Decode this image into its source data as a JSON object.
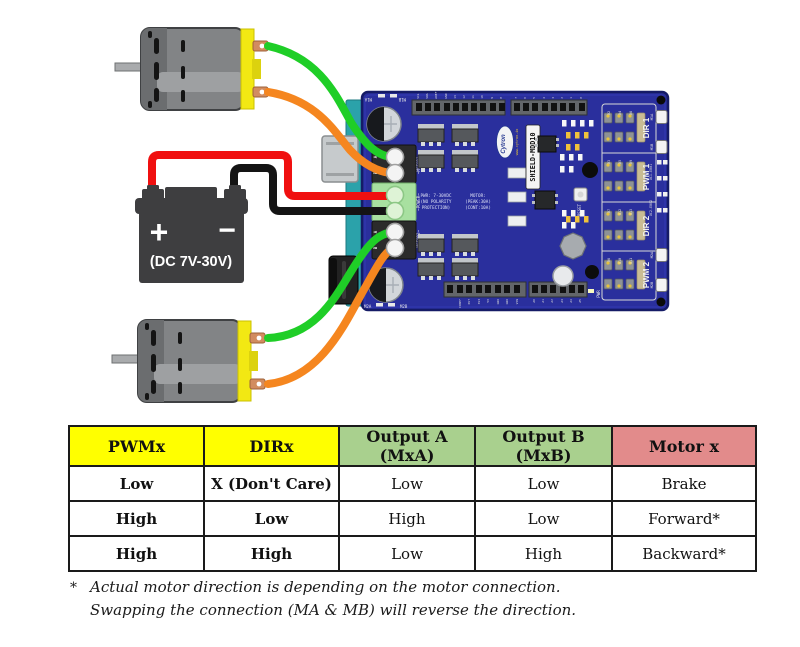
{
  "diagram": {
    "battery": {
      "plus": "+",
      "minus": "−",
      "label": "(DC 7V-30V)"
    },
    "wire_colors": {
      "motor_a": "#1fce27",
      "motor_b": "#f5861f",
      "power_plus": "#f01010",
      "power_minus": "#141414"
    },
    "board": {
      "brand": "Cytron",
      "brand_url": "www.cytron.io",
      "model": "SHIELD-MDD10",
      "reset": "RESET",
      "pwr": "PWR",
      "corner_top": [
        "M1A",
        "M1B"
      ],
      "corner_bottom": [
        "M2A",
        "M2B"
      ],
      "digital_left": [
        "SCL",
        "SDA",
        "AREF",
        "GND",
        "13",
        "12",
        "11",
        "10",
        "9",
        "8"
      ],
      "digital_right": [
        "7",
        "6",
        "5",
        "4",
        "3",
        "2",
        "1",
        "0"
      ],
      "power_pins": [
        "IOREF",
        "RST",
        "3V3",
        "5V",
        "GND",
        "GND",
        "VIN"
      ],
      "analog_pins": [
        "A0",
        "A1",
        "A2",
        "A3",
        "A4",
        "A5"
      ],
      "terminals": [
        {
          "label": "~MOTOR1~",
          "pins": [
            "A",
            "B"
          ]
        },
        {
          "label": "~POWER~",
          "pins": [
            "+",
            "-"
          ]
        },
        {
          "label": "~MOTOR2~",
          "pins": [
            "A",
            "B"
          ]
        }
      ],
      "spec_power": [
        "PWR: 7-30VDC",
        "(NO POLARITY",
        "PROTECTION)"
      ],
      "spec_motor": [
        "MOTOR:",
        "(PEAK:30A)",
        "(CONT:10A)"
      ],
      "led_blocks": [
        {
          "label": "DIR 1",
          "pins": [
            "D2",
            "D4",
            "D8"
          ]
        },
        {
          "label": "PWM 1",
          "pins": [
            "D3",
            "D5",
            "D9"
          ]
        },
        {
          "label": "DIR 2",
          "pins": [
            "D7",
            "D12",
            "D13"
          ]
        },
        {
          "label": "PWM 2",
          "pins": [
            "D6",
            "D10",
            "D11"
          ]
        }
      ],
      "oc_jumpers": [
        "OC1-E001",
        "OC2-E002"
      ],
      "buttons": [
        "M1A",
        "M1B",
        "M2A",
        "M2B"
      ]
    }
  },
  "table": {
    "headers": [
      "PWMx",
      "DIRx",
      "Output A (MxA)",
      "Output B (MxB)",
      "Motor x"
    ],
    "header_colors": [
      "#ffff00",
      "#ffff00",
      "#a9d08e",
      "#a9d08e",
      "#e28b8b"
    ],
    "rows": [
      [
        "Low",
        "X (Don't Care)",
        "Low",
        "Low",
        "Brake"
      ],
      [
        "High",
        "Low",
        "High",
        "Low",
        "Forward*"
      ],
      [
        "High",
        "High",
        "Low",
        "High",
        "Backward*"
      ]
    ]
  },
  "footnote": {
    "marker": "*",
    "lines": [
      "Actual motor direction is depending on the motor connection.",
      "Swapping the connection (MA & MB) will reverse the direction."
    ]
  }
}
